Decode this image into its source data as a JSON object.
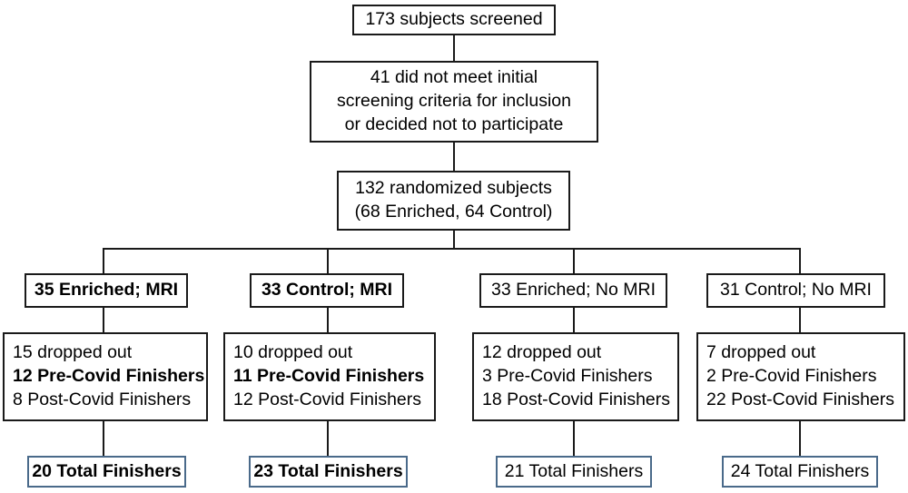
{
  "diagram": {
    "title": "Participant flow diagram",
    "border_color_primary": "#1a1a1a",
    "border_color_total": "#4a6a8a",
    "background": "#ffffff"
  },
  "nodes": {
    "screened": {
      "text": "173 subjects screened"
    },
    "excluded": {
      "line1": "41 did not meet initial",
      "line2": "screening criteria for inclusion",
      "line3": "or decided not to participate"
    },
    "randomized": {
      "line1": "132 randomized subjects",
      "line2": "(68 Enriched, 64 Control)"
    }
  },
  "arms": [
    {
      "header": "35 Enriched; MRI",
      "header_bold": true,
      "detail": {
        "dropped": "15 dropped out",
        "pre_covid": "12 Pre-Covid Finishers",
        "pre_covid_bold": true,
        "post_covid": "8 Post-Covid Finishers"
      },
      "total": "20 Total Finishers",
      "total_bold": true
    },
    {
      "header": "33 Control; MRI",
      "header_bold": true,
      "detail": {
        "dropped": "10 dropped out",
        "pre_covid": "11 Pre-Covid Finishers",
        "pre_covid_bold": true,
        "post_covid": "12 Post-Covid Finishers"
      },
      "total": "23 Total Finishers",
      "total_bold": true
    },
    {
      "header": "33 Enriched; No MRI",
      "header_bold": false,
      "detail": {
        "dropped": "12 dropped out",
        "pre_covid": "3 Pre-Covid Finishers",
        "pre_covid_bold": false,
        "post_covid": "18 Post-Covid Finishers"
      },
      "total": "21 Total Finishers",
      "total_bold": false
    },
    {
      "header": "31 Control; No MRI",
      "header_bold": false,
      "detail": {
        "dropped": "7 dropped out",
        "pre_covid": "2 Pre-Covid Finishers",
        "pre_covid_bold": false,
        "post_covid": "22 Post-Covid Finishers"
      },
      "total": "24 Total Finishers",
      "total_bold": false
    }
  ],
  "chart_data": {
    "type": "diagram",
    "title": "CONSORT-style participant flow",
    "stages": [
      {
        "label": "173 subjects screened",
        "value": 173
      },
      {
        "label": "41 did not meet initial screening criteria for inclusion or decided not to participate",
        "value": 41
      },
      {
        "label": "132 randomized subjects (68 Enriched, 64 Control)",
        "value": 132
      }
    ],
    "groups": [
      {
        "name": "35 Enriched; MRI",
        "allocated": 35,
        "dropped_out": 15,
        "pre_covid_finishers": 12,
        "post_covid_finishers": 8,
        "total_finishers": 20
      },
      {
        "name": "33 Control; MRI",
        "allocated": 33,
        "dropped_out": 10,
        "pre_covid_finishers": 11,
        "post_covid_finishers": 12,
        "total_finishers": 23
      },
      {
        "name": "33 Enriched; No MRI",
        "allocated": 33,
        "dropped_out": 12,
        "pre_covid_finishers": 3,
        "post_covid_finishers": 18,
        "total_finishers": 21
      },
      {
        "name": "31 Control; No MRI",
        "allocated": 31,
        "dropped_out": 7,
        "pre_covid_finishers": 2,
        "post_covid_finishers": 22,
        "total_finishers": 24
      }
    ]
  }
}
